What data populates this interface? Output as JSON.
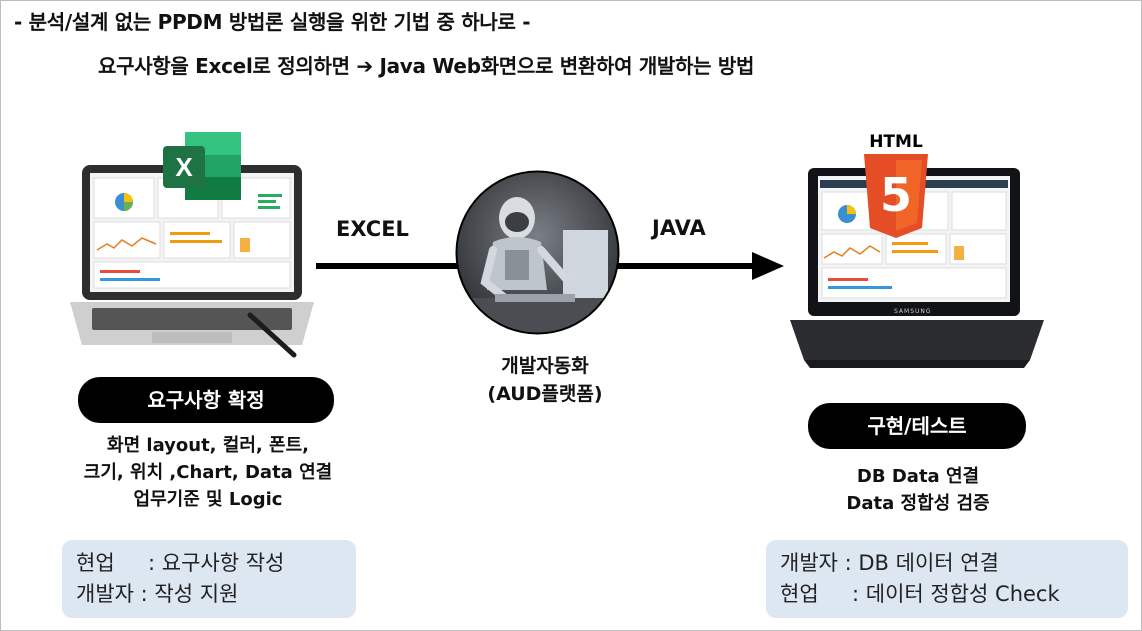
{
  "heading": {
    "line1": "- 분석/설계 없는 PPDM 방법론 실행을 위한 기법 중 하나로 -",
    "line2": "요구사항을 Excel로 정의하면 ➔ Java Web화면으로 변환하여 개발하는 방법"
  },
  "left": {
    "pill": "요구사항 확정",
    "desc": [
      "화면 layout, 컬러, 폰트,",
      "크기, 위치 ,Chart, Data 연결",
      "업무기준 및 Logic"
    ],
    "info": [
      "현업     : 요구사항 작성",
      "개발자 : 작성 지원"
    ],
    "excel_letter": "X"
  },
  "center": {
    "label_left": "EXCEL",
    "label_right": "JAVA",
    "caption": [
      "개발자동화",
      "(AUD플랫폼)"
    ]
  },
  "right": {
    "pill": "구현/테스트",
    "desc": [
      "DB Data 연결",
      "Data 정합성 검증"
    ],
    "info": [
      "개발자 : DB 데이터 연결",
      "현업     : 데이터 정합성 Check"
    ],
    "html_label": "HTML",
    "html_number": "5",
    "brand": "SAMSUNG"
  },
  "colors": {
    "excel_green": "#1f7244",
    "html_orange": "#e44d26",
    "info_bg": "#dde7f2"
  }
}
